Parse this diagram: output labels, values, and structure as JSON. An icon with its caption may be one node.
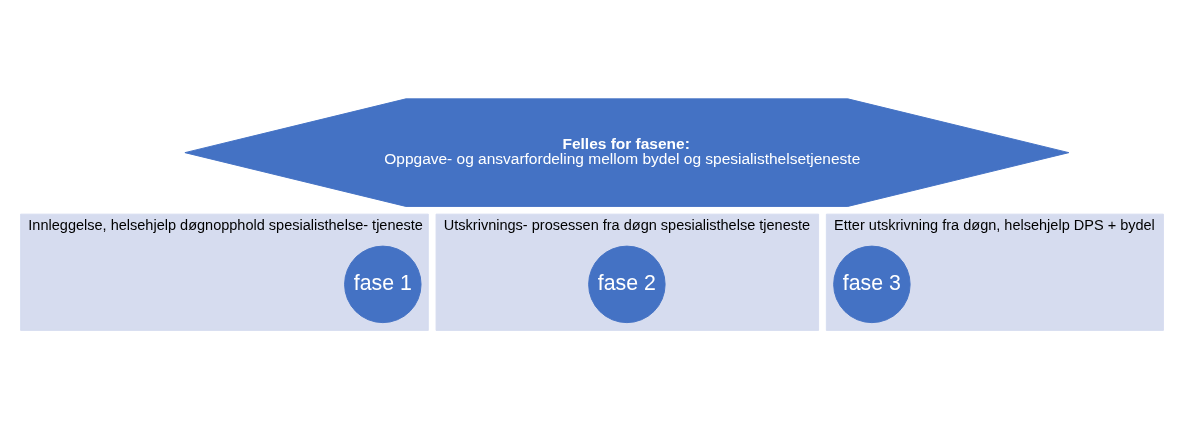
{
  "diagram": {
    "nodes": [
      {
        "text": [
          "Felles for fasene:",
          "Oppgave- og ansvarfordeling mellom bydel og spesialisthelsetjeneste"
        ]
      },
      {
        "text": [
          "Innleggelse, helsehjelp døgnopphold spesialisthelse- tjeneste"
        ]
      },
      {
        "text": [
          "fase 1"
        ],
        "in": 1
      },
      {
        "text": [
          "Utskrivnings- prosessen fra døgn spesialisthelse tjeneste"
        ]
      },
      {
        "text": [
          "fase 2"
        ],
        "in": 3
      },
      {
        "text": [
          "Etter utskrivning fra døgn, helsehjelp DPS + bydel"
        ]
      },
      {
        "text": [
          "fase 3"
        ],
        "in": 5
      }
    ],
    "edges": []
  }
}
